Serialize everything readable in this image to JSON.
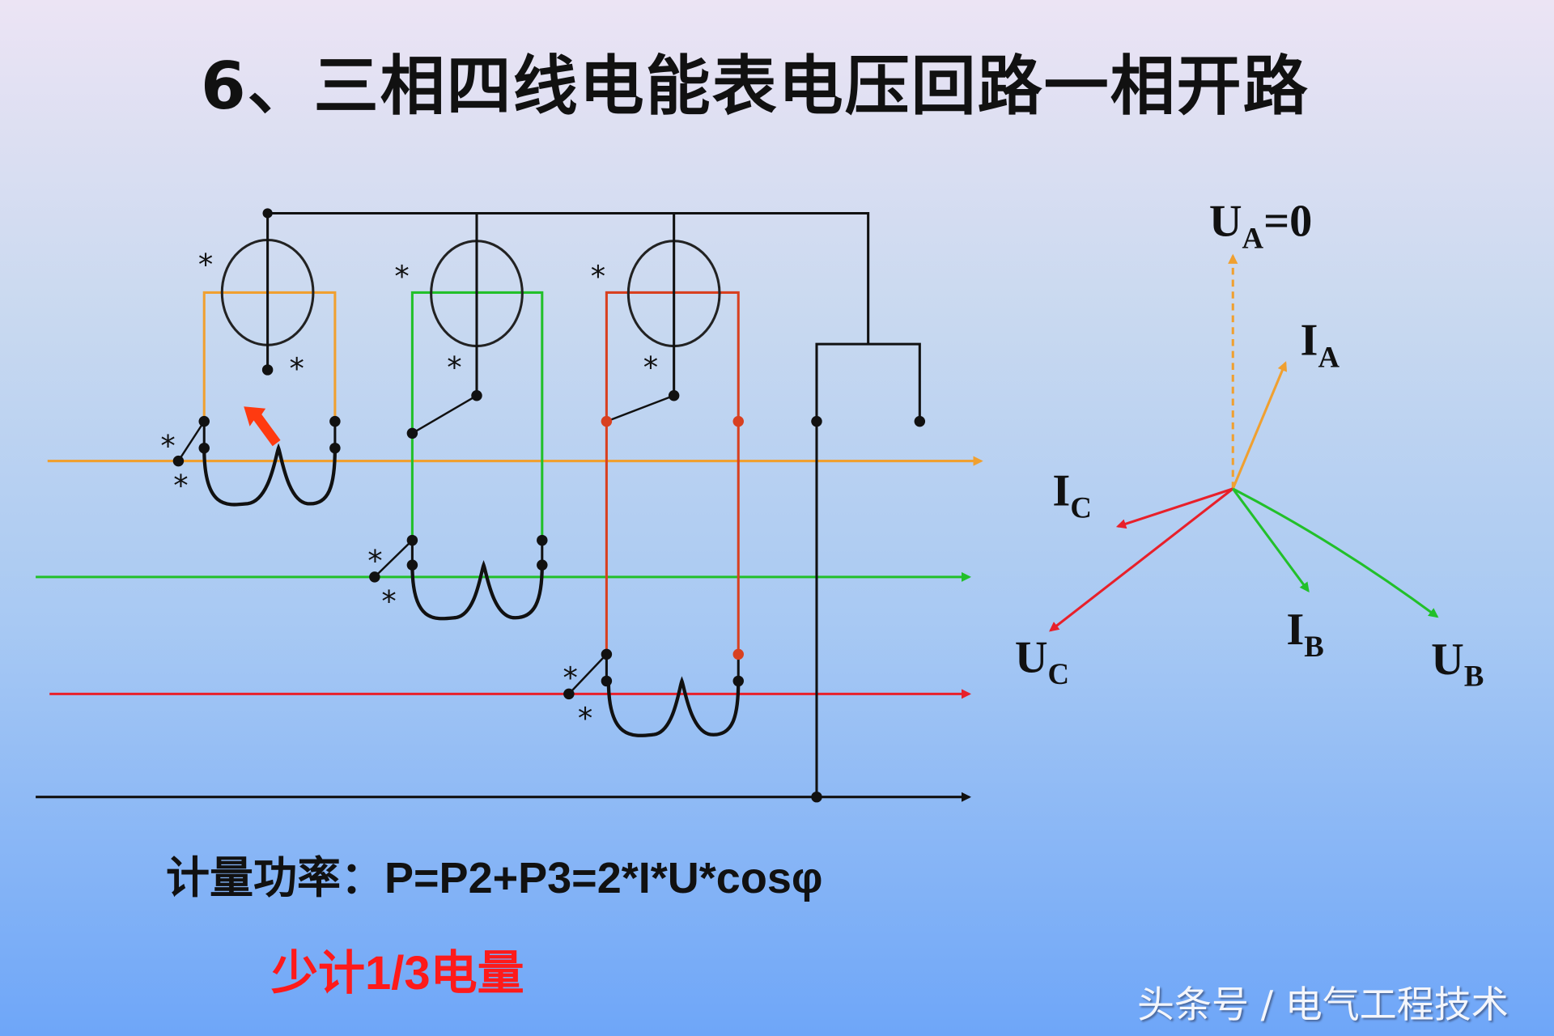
{
  "slide": {
    "title": "6、三相四线电能表电压回路一相开路",
    "formula": "计量功率：P=P2+P3=2*I*U*cosφ",
    "conclusion": "少计1/3电量",
    "watermark": "头条号 / 电气工程技术"
  },
  "colors": {
    "phase_a": "#f0a030",
    "phase_b": "#22c02a",
    "phase_c": "#e8202a",
    "phase_c_meter": "#d84020",
    "neutral": "#111111",
    "fault_arrow": "#ff3a10",
    "conclusion_text": "#ff1a1a"
  },
  "wiring_diagram": {
    "lines": [
      {
        "id": "A",
        "color": "#f0a030"
      },
      {
        "id": "B",
        "color": "#22c02a"
      },
      {
        "id": "C",
        "color": "#e8202a"
      },
      {
        "id": "N",
        "color": "#111111"
      }
    ],
    "meter_elements": [
      {
        "id": "element-1",
        "phase": "A",
        "voltage_circuit": "open"
      },
      {
        "id": "element-2",
        "phase": "B",
        "voltage_circuit": "connected"
      },
      {
        "id": "element-3",
        "phase": "C",
        "voltage_circuit": "connected"
      }
    ],
    "polarity_mark": "*"
  },
  "phasor_diagram": {
    "labels": {
      "ua": {
        "main": "U",
        "sub": "A",
        "suffix": "=0"
      },
      "ia": {
        "main": "I",
        "sub": "A"
      },
      "ic": {
        "main": "I",
        "sub": "C"
      },
      "uc": {
        "main": "U",
        "sub": "C"
      },
      "ib": {
        "main": "I",
        "sub": "B"
      },
      "ub": {
        "main": "U",
        "sub": "B"
      }
    }
  }
}
